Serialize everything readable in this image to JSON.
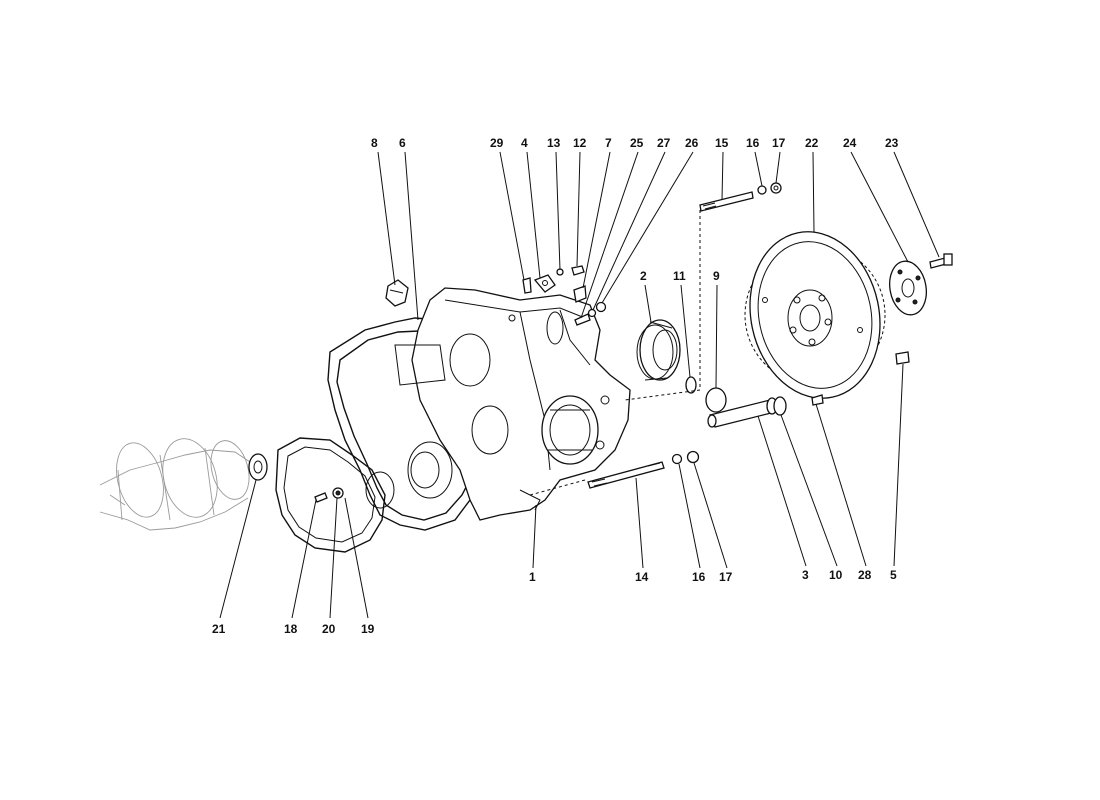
{
  "callouts": [
    {
      "id": "c8",
      "text": "8"
    },
    {
      "id": "c6",
      "text": "6"
    },
    {
      "id": "c29",
      "text": "29"
    },
    {
      "id": "c4",
      "text": "4"
    },
    {
      "id": "c13",
      "text": "13"
    },
    {
      "id": "c12",
      "text": "12"
    },
    {
      "id": "c7",
      "text": "7"
    },
    {
      "id": "c25",
      "text": "25"
    },
    {
      "id": "c27",
      "text": "27"
    },
    {
      "id": "c26",
      "text": "26"
    },
    {
      "id": "c15",
      "text": "15"
    },
    {
      "id": "c16a",
      "text": "16"
    },
    {
      "id": "c17a",
      "text": "17"
    },
    {
      "id": "c22",
      "text": "22"
    },
    {
      "id": "c24",
      "text": "24"
    },
    {
      "id": "c23",
      "text": "23"
    },
    {
      "id": "c2",
      "text": "2"
    },
    {
      "id": "c11",
      "text": "11"
    },
    {
      "id": "c9",
      "text": "9"
    },
    {
      "id": "c1",
      "text": "1"
    },
    {
      "id": "c14",
      "text": "14"
    },
    {
      "id": "c16b",
      "text": "16"
    },
    {
      "id": "c17b",
      "text": "17"
    },
    {
      "id": "c3",
      "text": "3"
    },
    {
      "id": "c10",
      "text": "10"
    },
    {
      "id": "c28",
      "text": "28"
    },
    {
      "id": "c5",
      "text": "5"
    },
    {
      "id": "c21",
      "text": "21"
    },
    {
      "id": "c18",
      "text": "18"
    },
    {
      "id": "c20",
      "text": "20"
    },
    {
      "id": "c19",
      "text": "19"
    }
  ]
}
